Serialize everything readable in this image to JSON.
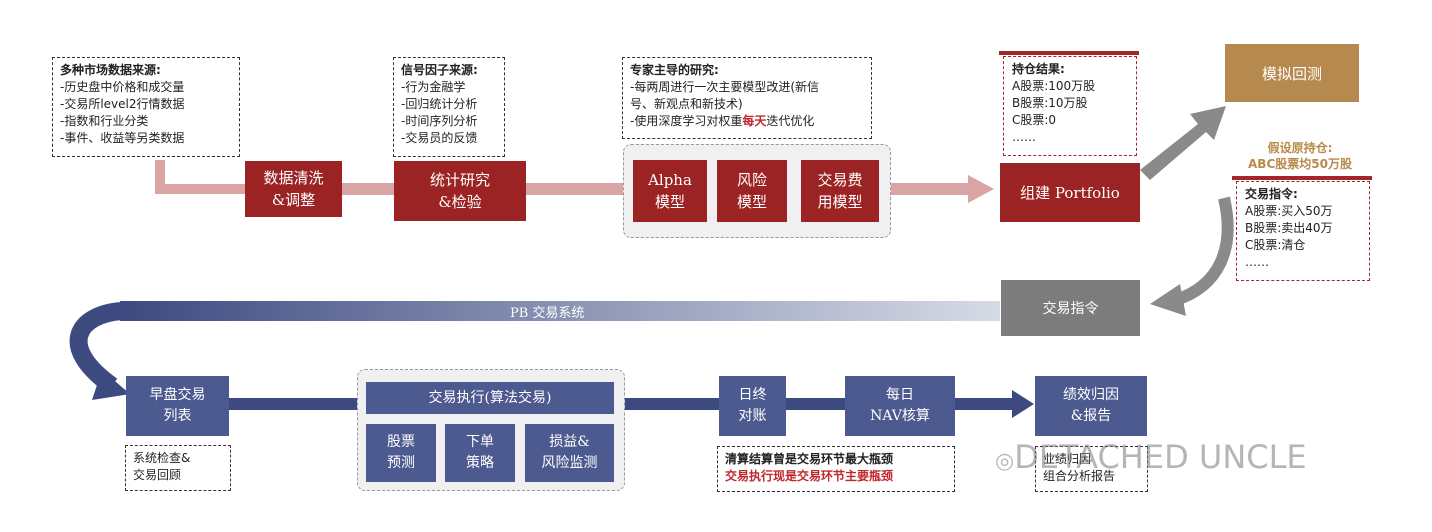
{
  "sources": {
    "title": "多种市场数据来源:",
    "items": [
      "-历史盘中价格和成交量",
      "-交易所level2行情数据",
      "-指数和行业分类",
      "-事件、收益等另类数据"
    ]
  },
  "signals": {
    "title": "信号因子来源:",
    "items": [
      "-行为金融学",
      "-回归统计分析",
      "-时间序列分析",
      "-交易员的反馈"
    ]
  },
  "experts": {
    "title": "专家主导的研究:",
    "line1": "-每两周进行一次主要模型改进(新信",
    "line2": "号、新观点和新技术)",
    "line3_pre": "-使用深度学习对权重",
    "line3_hl": "每天",
    "line3_post": "迭代优化"
  },
  "holdings": {
    "title": "持仓结果:",
    "items": [
      "A股票:100万股",
      "B股票:10万股",
      "C股票:0",
      "……"
    ]
  },
  "steps": {
    "clean": "数据清洗\n&调整",
    "research": "统计研究\n&检验",
    "alpha": "Alpha\n模型",
    "risk": "风险\n模型",
    "cost": "交易费\n用模型",
    "portfolio": "组建 Portfolio",
    "backtest": "模拟回测",
    "orders_box": "交易指令"
  },
  "assume": {
    "line1": "假设原持仓:",
    "line2": "ABC股票均50万股"
  },
  "orders": {
    "title": "交易指令:",
    "items": [
      "A股票:买入50万",
      "B股票:卖出40万",
      "C股票:清仓",
      "……"
    ]
  },
  "pb_label": "PB 交易系统",
  "bottom": {
    "morning": "早盘交易\n列表",
    "exec_title": "交易执行(算法交易)",
    "stock_pred": "股票\n预测",
    "order_strategy": "下单\n策略",
    "pnl_risk": "损益&\n风险监测",
    "eod": "日终\n对账",
    "nav": "每日\nNAV核算",
    "perf": "绩效归因\n&报告"
  },
  "sys_check": [
    "系统检查&",
    "交易回顾"
  ],
  "clearing": {
    "line1": "清算结算曾是交易环节最大瓶颈",
    "line2": "交易执行现是交易环节主要瓶颈"
  },
  "report": [
    "业绩归因",
    "组合分析报告"
  ],
  "watermark": "DETACHED UNCLE",
  "colors": {
    "red": "#9c2323",
    "blue": "#4d5a8f",
    "gray": "#7c7c7c",
    "gold": "#b6894f",
    "highlight": "#c0272d"
  }
}
